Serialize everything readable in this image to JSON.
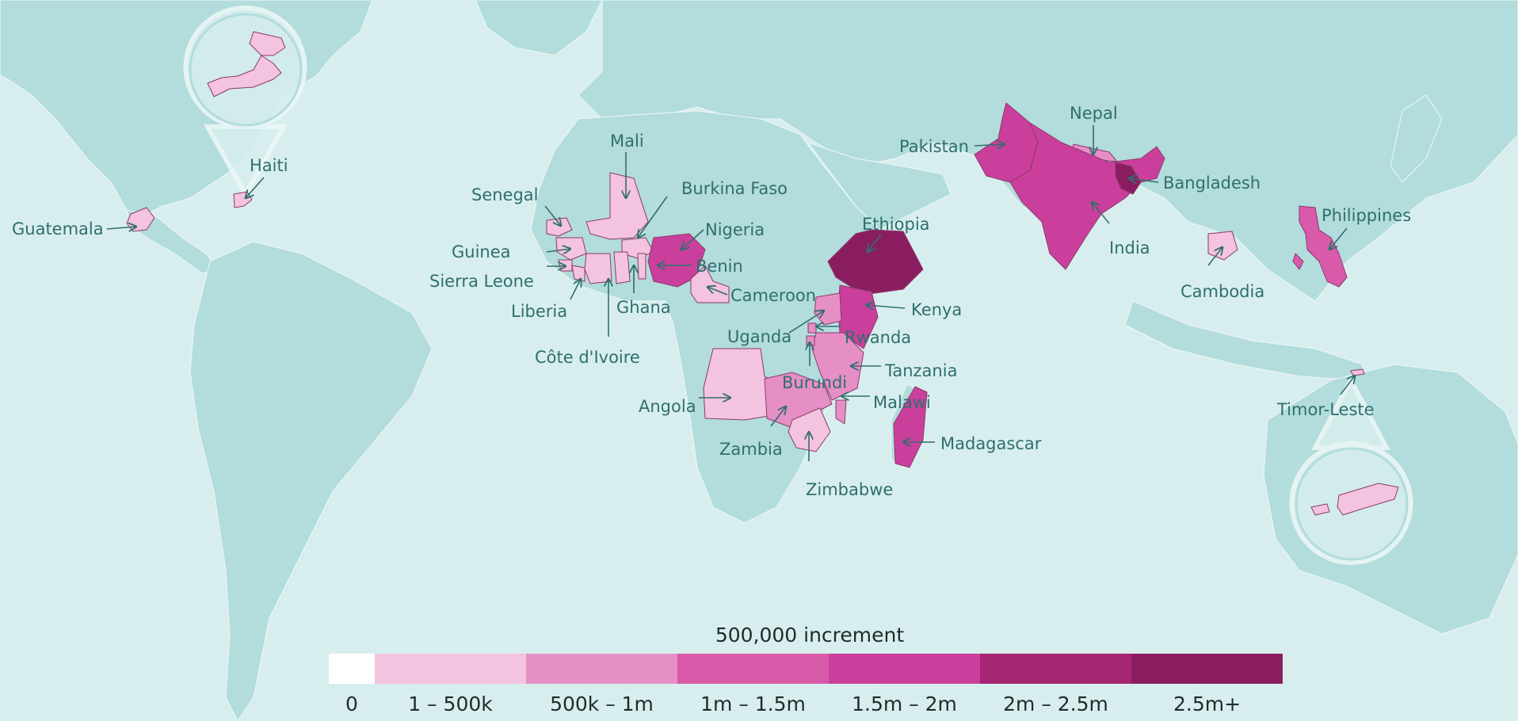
{
  "legend": {
    "title": "500,000 increment",
    "bins": [
      {
        "label": "0",
        "color": "#ffffff"
      },
      {
        "label": "1 – 500k",
        "color": "#f4c3df"
      },
      {
        "label": "500k – 1m",
        "color": "#e58fc6"
      },
      {
        "label": "1m – 1.5m",
        "color": "#d95aa8"
      },
      {
        "label": "1.5m – 2m",
        "color": "#cb3f9c"
      },
      {
        "label": "2m – 2.5m",
        "color": "#a62673"
      },
      {
        "label": "2.5m+",
        "color": "#8a1d60"
      }
    ]
  },
  "countries": [
    {
      "name": "Guatemala",
      "bin": 1
    },
    {
      "name": "Haiti",
      "bin": 1
    },
    {
      "name": "Mali",
      "bin": 1
    },
    {
      "name": "Senegal",
      "bin": 1
    },
    {
      "name": "Burkina Faso",
      "bin": 1
    },
    {
      "name": "Guinea",
      "bin": 1
    },
    {
      "name": "Sierra Leone",
      "bin": 1
    },
    {
      "name": "Liberia",
      "bin": 1
    },
    {
      "name": "Côte d'Ivoire",
      "bin": 1
    },
    {
      "name": "Ghana",
      "bin": 1
    },
    {
      "name": "Benin",
      "bin": 1
    },
    {
      "name": "Nigeria",
      "bin": 4
    },
    {
      "name": "Cameroon",
      "bin": 1
    },
    {
      "name": "Ethiopia",
      "bin": 6
    },
    {
      "name": "Kenya",
      "bin": 4
    },
    {
      "name": "Uganda",
      "bin": 2
    },
    {
      "name": "Rwanda",
      "bin": 2
    },
    {
      "name": "Tanzania",
      "bin": 2
    },
    {
      "name": "Burundi",
      "bin": 2
    },
    {
      "name": "Malawi",
      "bin": 2
    },
    {
      "name": "Angola",
      "bin": 1
    },
    {
      "name": "Zambia",
      "bin": 2
    },
    {
      "name": "Zimbabwe",
      "bin": 1
    },
    {
      "name": "Madagascar",
      "bin": 4
    },
    {
      "name": "Pakistan",
      "bin": 4
    },
    {
      "name": "Nepal",
      "bin": 2
    },
    {
      "name": "India",
      "bin": 4
    },
    {
      "name": "Bangladesh",
      "bin": 6
    },
    {
      "name": "Cambodia",
      "bin": 1
    },
    {
      "name": "Philippines",
      "bin": 3
    },
    {
      "name": "Timor-Leste",
      "bin": 1
    }
  ]
}
